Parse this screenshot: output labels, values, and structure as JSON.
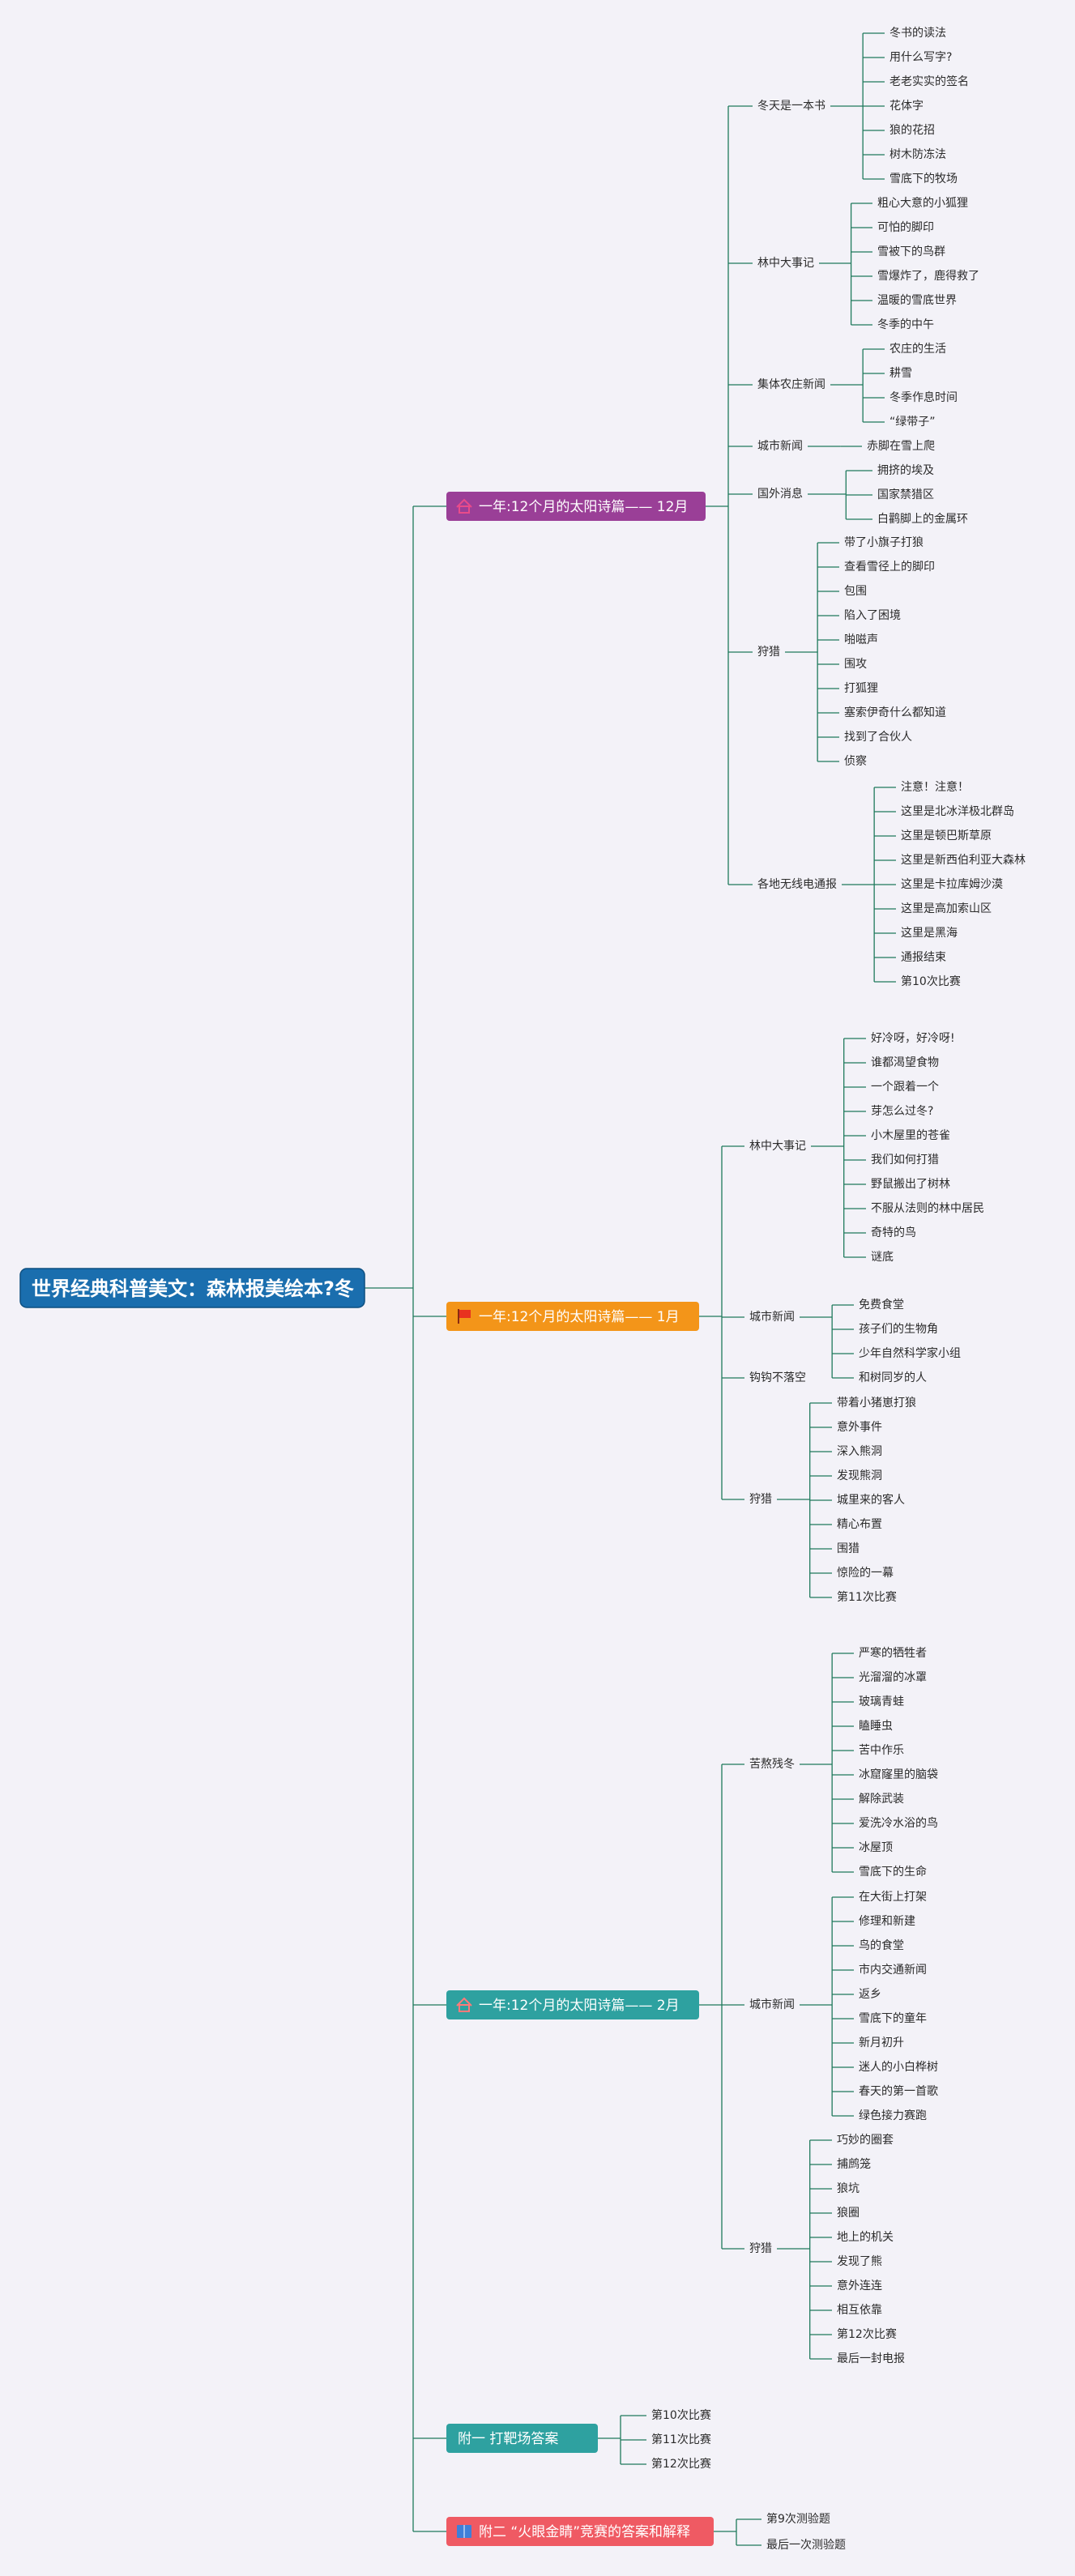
{
  "root": {
    "label": "世界经典科普美文：森林报美绘本?冬",
    "color": "#1a6eae"
  },
  "colors": {
    "line": "#1f7a5c",
    "root_border": "#0d4f80"
  },
  "branches": [
    {
      "label": "一年:12个月的太阳诗篇—— 12月",
      "color": "#9a3f97",
      "icon": "house-icon",
      "children": [
        {
          "label": "冬天是一本书",
          "children": [
            "冬书的读法",
            "用什么写字?",
            "老老实实的签名",
            "花体字",
            "狼的花招",
            "树木防冻法",
            "雪底下的牧场"
          ]
        },
        {
          "label": "林中大事记",
          "children": [
            "粗心大意的小狐狸",
            "可怕的脚印",
            "雪被下的鸟群",
            "雪爆炸了，鹿得救了",
            "温暖的雪底世界",
            "冬季的中午"
          ]
        },
        {
          "label": "集体农庄新闻",
          "children": [
            "农庄的生活",
            "耕雪",
            "冬季作息时间",
            "“绿带子”"
          ]
        },
        {
          "label": "城市新闻",
          "children": [
            "赤脚在雪上爬"
          ]
        },
        {
          "label": "国外消息",
          "children": [
            "拥挤的埃及",
            "国家禁猎区",
            "白鹳脚上的金属环"
          ]
        },
        {
          "label": "狩猎",
          "children": [
            "带了小旗子打狼",
            "查看雪径上的脚印",
            "包围",
            "陷入了困境",
            "啪嗞声",
            "围攻",
            "打狐狸",
            "塞索伊奇什么都知道",
            "找到了合伙人",
            "侦察"
          ]
        },
        {
          "label": "各地无线电通报",
          "children": [
            "注意！注意！",
            "这里是北冰洋极北群岛",
            "这里是顿巴斯草原",
            "这里是新西伯利亚大森林",
            "这里是卡拉库姆沙漠",
            "这里是高加索山区",
            "这里是黑海",
            "通报结束",
            "第10次比赛"
          ]
        }
      ]
    },
    {
      "label": "一年:12个月的太阳诗篇—— 1月",
      "color": "#f39519",
      "icon": "flag-icon",
      "children": [
        {
          "label": "林中大事记",
          "children": [
            "好冷呀，好冷呀!",
            "谁都渴望食物",
            "一个跟着一个",
            "芽怎么过冬?",
            "小木屋里的苍雀",
            "我们如何打猎",
            "野鼠搬出了树林",
            "不服从法则的林中居民",
            "奇特的鸟",
            "谜底"
          ]
        },
        {
          "label": "城市新闻",
          "children": [
            "免费食堂",
            "孩子们的生物角",
            "少年自然科学家小组",
            "和树同岁的人"
          ]
        },
        {
          "label": "钩钩不落空",
          "children": []
        },
        {
          "label": "狩猎",
          "children": [
            "带着小猪崽打狼",
            "意外事件",
            "深入熊洞",
            "发现熊洞",
            "城里来的客人",
            "精心布置",
            "围猎",
            "惊险的一幕",
            "第11次比赛"
          ]
        }
      ]
    },
    {
      "label": "一年:12个月的太阳诗篇—— 2月",
      "color": "#2ea1a0",
      "icon": "house-icon",
      "children": [
        {
          "label": "苦熬残冬",
          "children": [
            "严寒的牺牲者",
            "光溜溜的冰罩",
            "玻璃青蛙",
            "瞌睡虫",
            "苦中作乐",
            "冰窟窿里的脑袋",
            "解除武装",
            "爱洗冷水浴的鸟",
            "冰屋顶",
            "雪底下的生命"
          ]
        },
        {
          "label": "城市新闻",
          "children": [
            "在大街上打架",
            "修理和新建",
            "鸟的食堂",
            "市内交通新闻",
            "返乡",
            "雪底下的童年",
            "新月初升",
            "迷人的小白桦树",
            "春天的第一首歌",
            "绿色接力赛跑"
          ]
        },
        {
          "label": "狩猎",
          "children": [
            "巧妙的圈套",
            "捕鹧笼",
            "狼坑",
            "狼圈",
            "地上的机关",
            "发现了熊",
            "意外连连",
            "相互依靠",
            "第12次比赛",
            "最后一封电报"
          ]
        }
      ]
    },
    {
      "label": "附一 打靶场答案",
      "color": "#2ea1a0",
      "icon": "",
      "children": [
        {
          "label": "第10次比赛",
          "children": []
        },
        {
          "label": "第11次比赛",
          "children": []
        },
        {
          "label": "第12次比赛",
          "children": []
        }
      ]
    },
    {
      "label": "附二 “火眼金睛”竞赛的答案和解释",
      "color": "#ef5a63",
      "icon": "book-icon",
      "children": [
        {
          "label": "第9次测验题",
          "children": []
        },
        {
          "label": "最后一次测验题",
          "children": []
        }
      ]
    }
  ]
}
